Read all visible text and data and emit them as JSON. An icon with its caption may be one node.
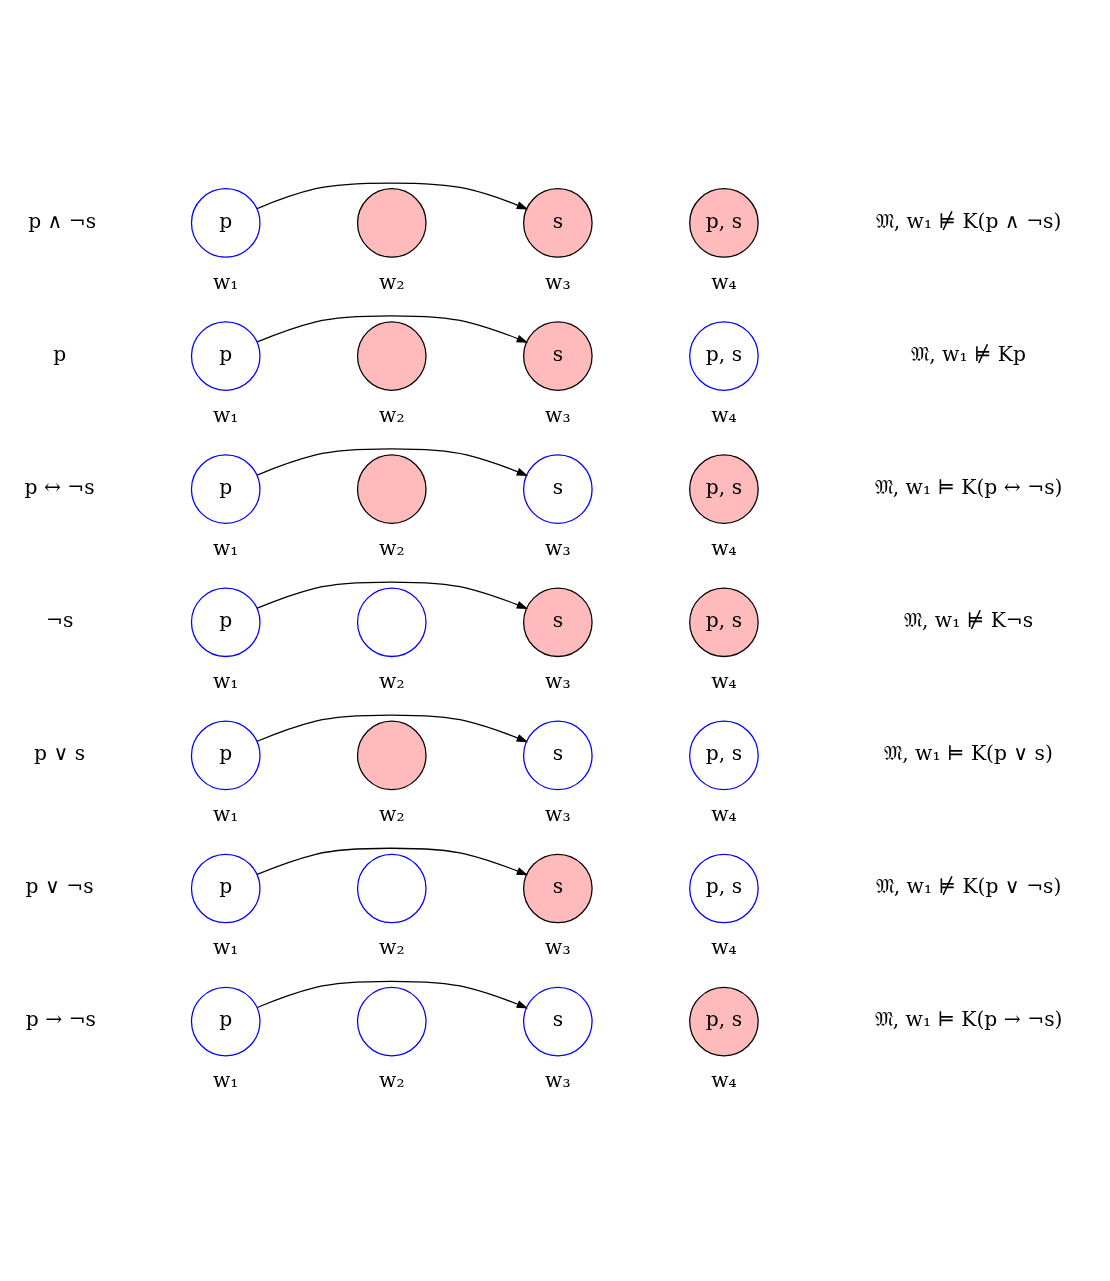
{
  "diagram": {
    "nodes": [
      {
        "text": [
          "p"
        ],
        "beside": [
          "w₁"
        ]
      },
      {
        "text": [],
        "shape": "circle",
        "beside": [
          "w₂"
        ]
      },
      {
        "text": [
          "s"
        ],
        "beside": [
          "w₃"
        ]
      },
      {
        "text": [
          "p, s"
        ],
        "beside": [
          "w₄"
        ]
      },
      {
        "text": [
          "p"
        ],
        "beside": [
          "w₁"
        ]
      },
      {
        "text": [],
        "shape": "circle",
        "beside": [
          "w₂"
        ]
      },
      {
        "text": [
          "s"
        ],
        "beside": [
          "w₃"
        ]
      },
      {
        "text": [
          "p, s"
        ],
        "beside": [
          "w₄"
        ]
      },
      {
        "text": [
          "p"
        ],
        "beside": [
          "w₁"
        ]
      },
      {
        "text": [],
        "shape": "circle",
        "beside": [
          "w₂"
        ]
      },
      {
        "text": [
          "s"
        ],
        "beside": [
          "w₃"
        ]
      },
      {
        "text": [
          "p, s"
        ],
        "beside": [
          "w₄"
        ]
      },
      {
        "text": [
          "p"
        ],
        "beside": [
          "w₁"
        ]
      },
      {
        "text": [],
        "shape": "circle",
        "beside": [
          "w₂"
        ]
      },
      {
        "text": [
          "s"
        ],
        "beside": [
          "w₃"
        ]
      },
      {
        "text": [
          "p, s"
        ],
        "beside": [
          "w₄"
        ]
      },
      {
        "text": [
          "p"
        ],
        "beside": [
          "w₁"
        ]
      },
      {
        "text": [],
        "shape": "circle",
        "beside": [
          "w₂"
        ]
      },
      {
        "text": [
          "s"
        ],
        "beside": [
          "w₃"
        ]
      },
      {
        "text": [
          "p, s"
        ],
        "beside": [
          "w₄"
        ]
      },
      {
        "text": [
          "p"
        ],
        "beside": [
          "w₁"
        ]
      },
      {
        "text": [],
        "shape": "circle",
        "beside": [
          "w₂"
        ]
      },
      {
        "text": [
          "s"
        ],
        "beside": [
          "w₃"
        ]
      },
      {
        "text": [
          "p, s"
        ],
        "beside": [
          "w₄"
        ]
      },
      {
        "text": [
          "p"
        ],
        "beside": [
          "w₁"
        ]
      },
      {
        "text": [],
        "shape": "circle",
        "beside": [
          "w₂"
        ]
      },
      {
        "text": [
          "s"
        ],
        "beside": [
          "w₃"
        ]
      },
      {
        "text": [
          "p, s"
        ],
        "beside": [
          "w₄"
        ]
      }
    ],
    "edges": [
      {
        "from": 0,
        "to": 2,
        "arrow": "to"
      },
      {
        "from": 4,
        "to": 6,
        "arrow": "to"
      },
      {
        "from": 8,
        "to": 10,
        "arrow": "to"
      },
      {
        "from": 12,
        "to": 14,
        "arrow": "to"
      },
      {
        "from": 16,
        "to": 18,
        "arrow": "to"
      },
      {
        "from": 20,
        "to": 22,
        "arrow": "to"
      },
      {
        "from": 24,
        "to": 26,
        "arrow": "to"
      }
    ],
    "labels": [
      "p ∧ ¬s",
      "𝔐, w₁ ⊭ K(p ∧ ¬s)",
      "p",
      "𝔐, w₁ ⊭ Kp",
      "p ↔ ¬s",
      "𝔐, w₁ ⊨ K(p ↔ ¬s)",
      "¬s",
      "𝔐, w₁ ⊭ K¬s",
      "p ∨ s",
      "𝔐, w₁ ⊨ K(p ∨ s)",
      "p ∨ ¬s",
      "𝔐, w₁ ⊭ K(p ∨ ¬s)",
      "p → ¬s",
      "𝔐, w₁ ⊨ K(p → ¬s)"
    ]
  }
}
